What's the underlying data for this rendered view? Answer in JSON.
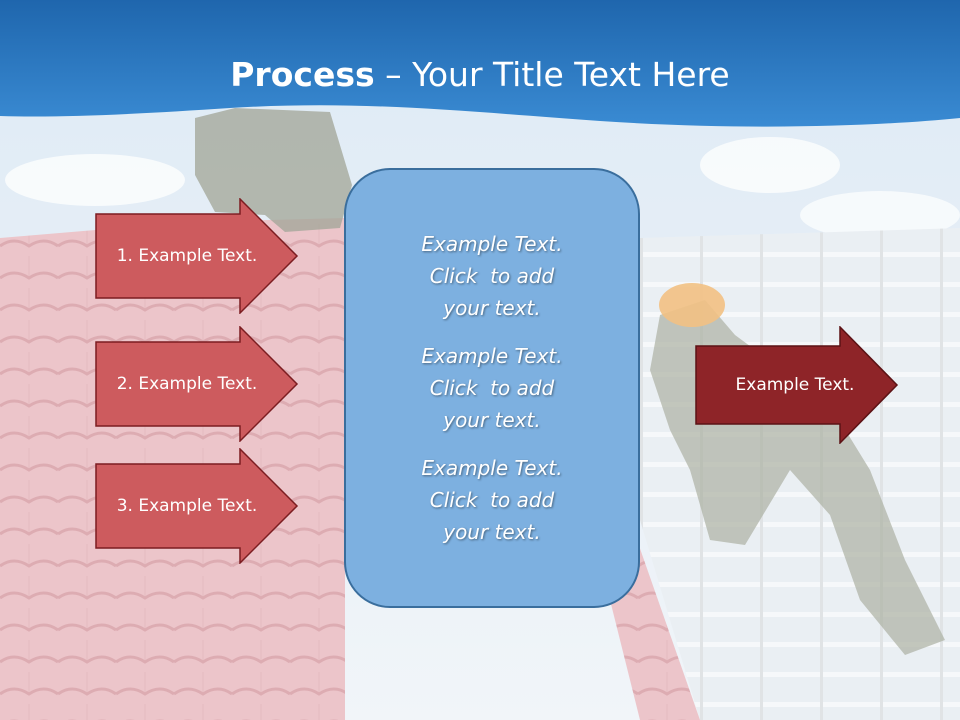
{
  "title": {
    "bold": "Process",
    "rest": " – Your Title Text Here"
  },
  "left_arrows": [
    {
      "label": "1. Example Text."
    },
    {
      "label": "2. Example Text."
    },
    {
      "label": "3. Example Text."
    }
  ],
  "center_box": {
    "blocks": [
      {
        "line1": "Example Text.",
        "line2": "Click  to add",
        "line3": "your text."
      },
      {
        "line1": "Example Text.",
        "line2": "Click  to add",
        "line3": "your text."
      },
      {
        "line1": "Example Text.",
        "line2": "Click  to add",
        "line3": "your text."
      }
    ]
  },
  "right_arrow": {
    "label": "Example Text."
  },
  "colors": {
    "header_blue": "#2a78c0",
    "arrow_light_red": "#cd5b5e",
    "arrow_dark_red": "#8e2428",
    "box_blue": "#7db0e0"
  }
}
